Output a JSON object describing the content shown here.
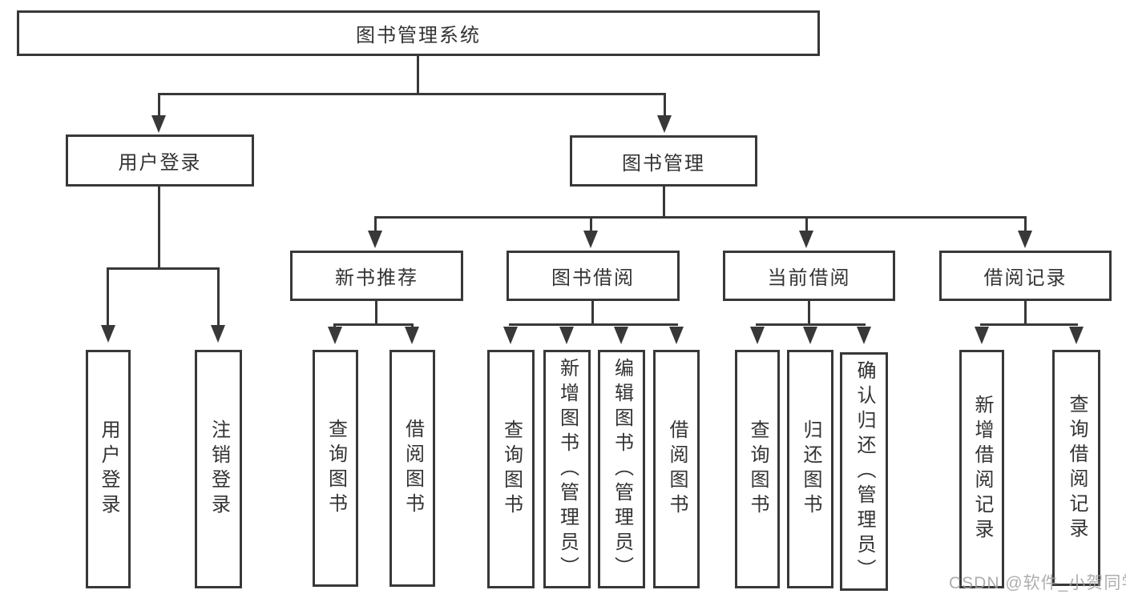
{
  "diagram_type": "tree",
  "root": {
    "label": "图书管理系统"
  },
  "branches": [
    {
      "label": "用户登录",
      "children": [
        {
          "label": "用户登录"
        },
        {
          "label": "注销登录"
        }
      ]
    },
    {
      "label": "图书管理",
      "children": [
        {
          "label": "新书推荐",
          "children": [
            {
              "label": "查询图书"
            },
            {
              "label": "借阅图书"
            }
          ]
        },
        {
          "label": "图书借阅",
          "children": [
            {
              "label": "查询图书"
            },
            {
              "label": "新增图书（管理员）"
            },
            {
              "label": "编辑图书（管理员）"
            },
            {
              "label": "借阅图书"
            }
          ]
        },
        {
          "label": "当前借阅",
          "children": [
            {
              "label": "查询图书"
            },
            {
              "label": "归还图书"
            },
            {
              "label": "确认归还（管理员）"
            }
          ]
        },
        {
          "label": "借阅记录",
          "children": [
            {
              "label": "新增借阅记录"
            },
            {
              "label": "查询借阅记录"
            }
          ]
        }
      ]
    }
  ],
  "watermark": "CSDN @软件_小贺同学",
  "colors": {
    "line": "#383838",
    "text": "#333333",
    "bg": "#ffffff",
    "wm": "#a0a0a0"
  }
}
